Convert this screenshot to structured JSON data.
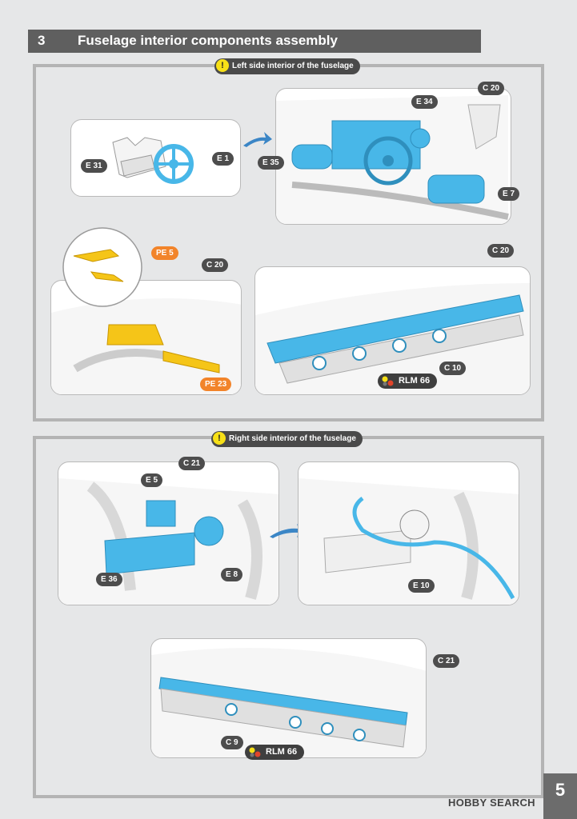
{
  "header": {
    "number": "3",
    "title": "Fuselage interior components assembly"
  },
  "left_section": {
    "heading": "Left side interior of the fuselage",
    "labels": {
      "e31": "E 31",
      "e1": "E 1",
      "e34": "E 34",
      "e35": "E 35",
      "e7": "E 7",
      "c20_top": "C 20",
      "pe5": "PE 5",
      "c20_mid": "C 20",
      "pe23": "PE 23",
      "c20_right": "C 20",
      "c10": "C 10"
    },
    "paint": "RLM 66"
  },
  "right_section": {
    "heading": "Right side interior of the fuselage",
    "labels": {
      "c21_a": "C 21",
      "e5": "E 5",
      "e36": "E 36",
      "e8": "E 8",
      "e10": "E 10",
      "c21_b": "C 21",
      "c9": "C 9"
    },
    "paint": "RLM 66"
  },
  "page_number": "5",
  "watermark": "HOBBY SEARCH",
  "colors": {
    "part_blue": "#48b7e8",
    "pe_yellow": "#f5c518",
    "callout_orange": "#f2842a",
    "label_dark": "#4d4d4d"
  }
}
